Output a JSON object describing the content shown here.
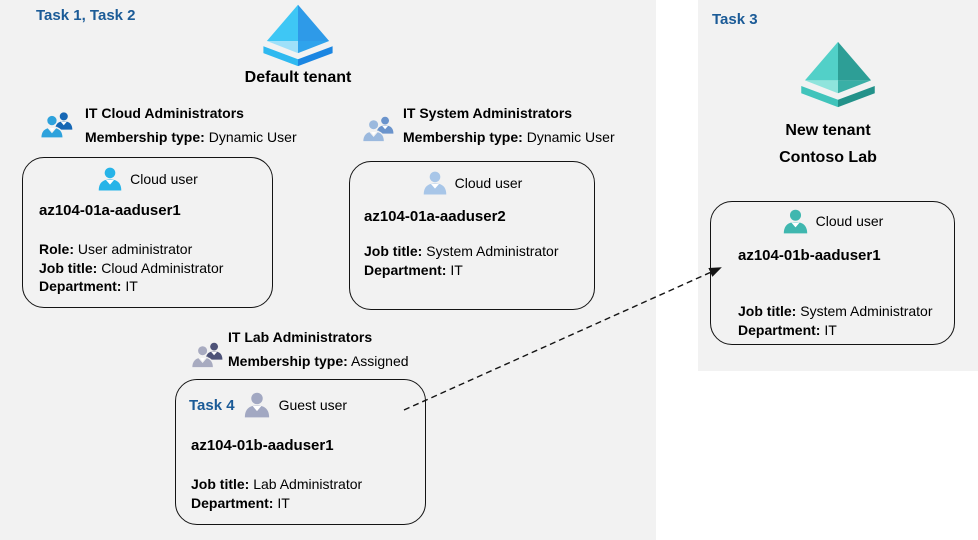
{
  "colors": {
    "task_blue": "#1b5b97",
    "panel_bg": "#f2f2f2",
    "text": "#000000",
    "card_border": "#141414",
    "arrow": "#141414",
    "azure_face_tl": "#3ec7f5",
    "azure_face_tr": "#2e9ae8",
    "azure_face_bl": "#9fe0f9",
    "azure_face_br": "#2fa3ec",
    "azure_base_l": "#2fb9f0",
    "azure_base_r": "#1b86e2",
    "teal_face_tl": "#52d0c8",
    "teal_face_tr": "#2d9e96",
    "teal_face_bl": "#8fe4dc",
    "teal_face_br": "#39afa6",
    "teal_base_l": "#41c4bb",
    "teal_base_r": "#23928a",
    "group1_front": "#2ea2dc",
    "group1_back": "#1667b5",
    "group2_front": "#9bb9de",
    "group2_back": "#6b94cc",
    "group3_front": "#a8abc0",
    "group3_back": "#4e5378",
    "user1_icon": "#27b4e8",
    "user2_icon": "#a8c6e8",
    "guest_icon": "#a2a8c2",
    "teal_user_icon": "#3fb7af"
  },
  "icons": {
    "tenant": "azure-ad-tenant-icon",
    "group": "group-people-icon",
    "user": "person-icon",
    "arrow": "dashed-arrow-right"
  },
  "left_panel": {
    "task_label": "Task 1, Task 2",
    "tenant_name": "Default tenant",
    "groups": [
      {
        "name": "IT Cloud Administrators",
        "membership_label": "Membership type:",
        "membership_value": "Dynamic User"
      },
      {
        "name": "IT System Administrators",
        "membership_label": "Membership type:",
        "membership_value": "Dynamic User"
      },
      {
        "name": "IT Lab Administrators",
        "membership_label": "Membership type:",
        "membership_value": "Assigned"
      }
    ],
    "cards": [
      {
        "header": "Cloud user",
        "name": "az104-01a-aaduser1",
        "lines": [
          {
            "label": "Role:",
            "value": "User administrator"
          },
          {
            "label": "Job title:",
            "value": "Cloud Administrator"
          },
          {
            "label": "Department:",
            "value": "IT"
          }
        ]
      },
      {
        "header": "Cloud user",
        "name": "az104-01a-aaduser2",
        "lines": [
          {
            "label": "Job title:",
            "value": "System Administrator"
          },
          {
            "label": "Department:",
            "value": "IT"
          }
        ]
      },
      {
        "task_label": "Task 4",
        "header": "Guest user",
        "name": "az104-01b-aaduser1",
        "lines": [
          {
            "label": "Job title:",
            "value": "Lab Administrator"
          },
          {
            "label": "Department:",
            "value": "IT"
          }
        ]
      }
    ]
  },
  "right_panel": {
    "task_label": "Task 3",
    "tenant_line1": "New tenant",
    "tenant_line2": "Contoso Lab",
    "card": {
      "header": "Cloud user",
      "name": "az104-01b-aaduser1",
      "lines": [
        {
          "label": "Job title:",
          "value": "System Administrator"
        },
        {
          "label": "Department:",
          "value": "IT"
        }
      ]
    }
  }
}
